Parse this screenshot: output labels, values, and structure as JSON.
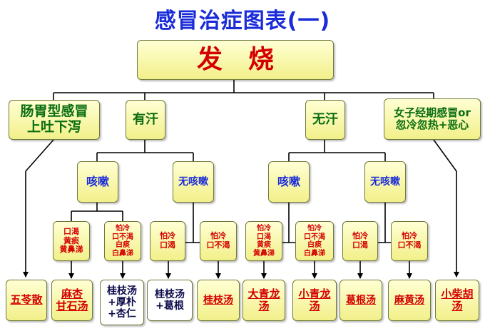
{
  "title": "感冒治症图表(一)",
  "root": "发　烧",
  "level1": {
    "stomach": "肠胃型感冒\n上吐下泻",
    "sweat": "有汗",
    "nosweat": "无汗",
    "women": "女子经期感冒or\n忽冷忽热+恶心"
  },
  "level2": {
    "sweat_cough": "咳嗽",
    "sweat_nocough": "无咳嗽",
    "nosweat_cough": "咳嗽",
    "nosweat_nocough": "无咳嗽"
  },
  "level3": {
    "a": "口渴\n黄痰\n黄鼻涕",
    "b": "怕冷\n口不渴\n白痰\n白鼻涕",
    "c": "怕冷\n口渴",
    "d": "怕冷\n口不渴",
    "e": "怕冷\n口渴\n黄痰\n黄鼻涕",
    "f": "怕冷\n口不渴\n白痰\n白鼻涕",
    "g": "怕冷\n口渴",
    "h": "怕冷\n口不渴"
  },
  "remedies": {
    "r1": "五苓散",
    "r2": "麻杏\n甘石汤",
    "r3": "桂枝汤\n+厚朴\n+杏仁",
    "r4": "桂枝汤\n+葛根",
    "r5": "桂枝汤",
    "r6": "大青龙\n汤",
    "r7": "小青龙\n汤",
    "r8": "葛根汤",
    "r9": "麻黄汤",
    "r10": "小柴胡\n汤"
  },
  "colors": {
    "title": "#1a2bd8",
    "box_fill": "#f5f39a",
    "box_border": "#6f7a3a",
    "green_text": "#0a6e10",
    "blue_text": "#1a2bd8",
    "red_text": "#d40000",
    "line": "#000000"
  }
}
